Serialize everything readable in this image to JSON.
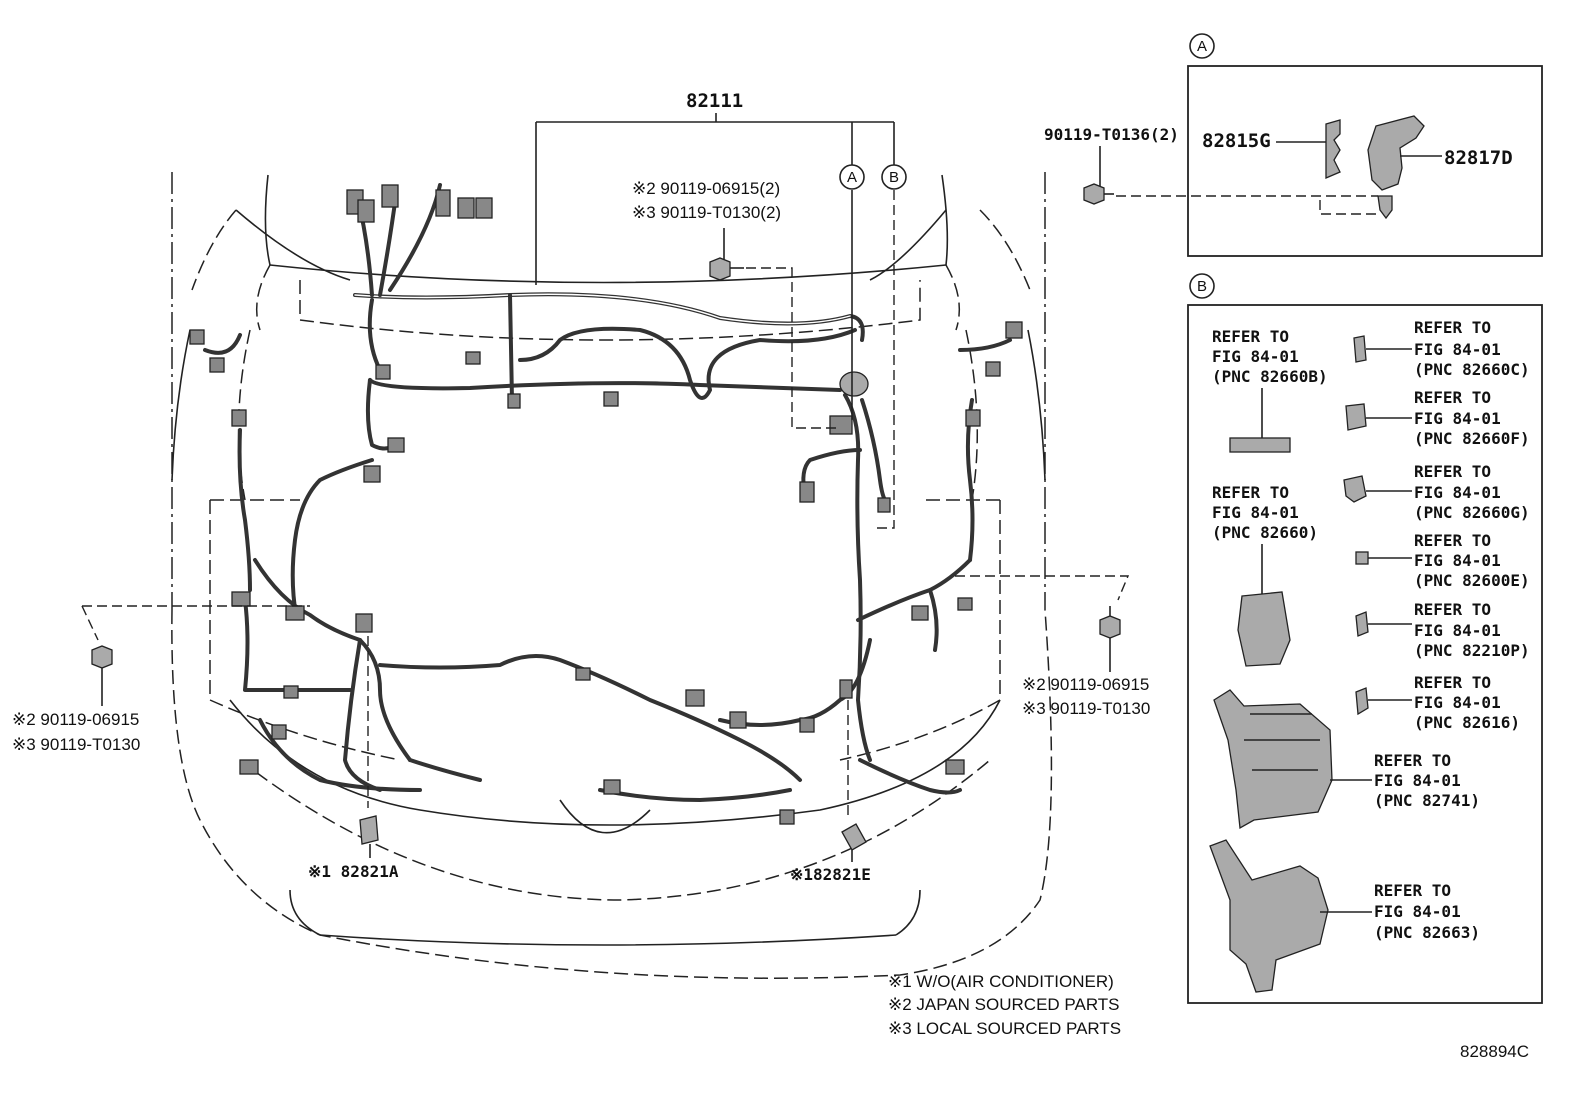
{
  "labels": {
    "harness": "82111",
    "bolt_top_a": "※2 90119-06915(2)",
    "bolt_top_b": "※3 90119-T0130(2)",
    "bolt_left_a": "※2 90119-06915",
    "bolt_left_b": "※3 90119-T0130",
    "bolt_right_a": "※2 90119-06915",
    "bolt_right_b": "※3 90119-T0130",
    "bracket_left": "※1 82821A",
    "bracket_right": "※182821E",
    "callout_a": "A",
    "callout_b": "B"
  },
  "detail_a": {
    "title": "A",
    "bolt": "90119-T0136(2)",
    "part_left": "82815G",
    "part_right": "82817D"
  },
  "detail_b": {
    "title": "B",
    "refs": [
      {
        "l1": "REFER TO",
        "l2": "FIG 84-01",
        "l3": "(PNC 82660B)"
      },
      {
        "l1": "REFER TO",
        "l2": "FIG 84-01",
        "l3": "(PNC 82660)"
      },
      {
        "l1": "REFER TO",
        "l2": "FIG 84-01",
        "l3": "(PNC 82660C)"
      },
      {
        "l1": "REFER TO",
        "l2": "FIG 84-01",
        "l3": "(PNC 82660F)"
      },
      {
        "l1": "REFER TO",
        "l2": "FIG 84-01",
        "l3": "(PNC 82660G)"
      },
      {
        "l1": "REFER TO",
        "l2": "FIG 84-01",
        "l3": "(PNC 82600E)"
      },
      {
        "l1": "REFER TO",
        "l2": "FIG 84-01",
        "l3": "(PNC 82210P)"
      },
      {
        "l1": "REFER TO",
        "l2": "FIG 84-01",
        "l3": "(PNC 82616)"
      },
      {
        "l1": "REFER TO",
        "l2": "FIG 84-01",
        "l3": "(PNC 82741)"
      },
      {
        "l1": "REFER TO",
        "l2": "FIG 84-01",
        "l3": "(PNC 82663)"
      }
    ]
  },
  "notes": [
    "※1 W/O(AIR CONDITIONER)",
    "※2 JAPAN SOURCED PARTS",
    "※3 LOCAL SOURCED PARTS"
  ],
  "figure_code": "828894C"
}
